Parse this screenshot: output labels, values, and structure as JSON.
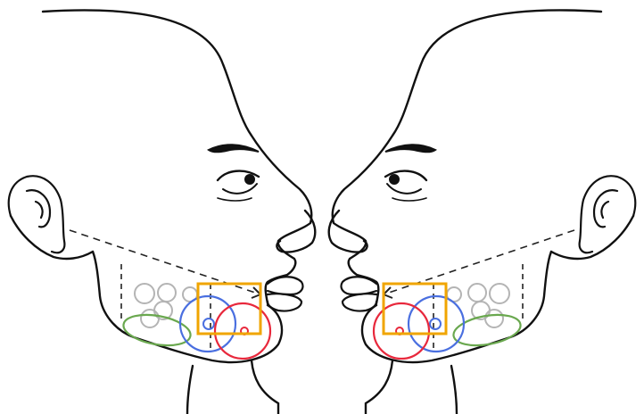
{
  "colors": {
    "outline": "#111111",
    "annotation_box": "#f0a500",
    "circle_red": "#e8283c",
    "circle_blue": "#4a6fe0",
    "ellipse_green": "#6aa84f",
    "circle_gray": "#b4b4b4",
    "guide_line": "#222222"
  },
  "figures": [
    {
      "side": "left",
      "facing": "right"
    },
    {
      "side": "right",
      "facing": "left"
    }
  ]
}
